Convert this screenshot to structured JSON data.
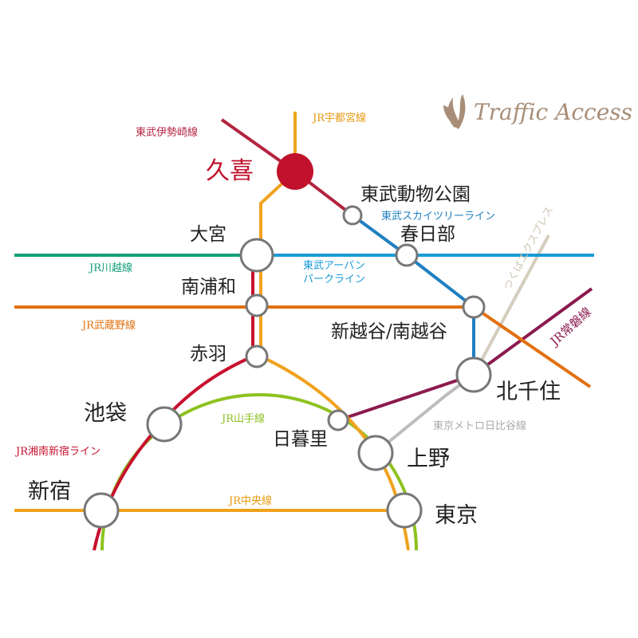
{
  "title": "Traffic Access",
  "colors": {
    "tobu_isesaki": "#b3243f",
    "skytree": "#1f7fc0",
    "utsunomiya": "#f0a21e",
    "shonan": "#c8102e",
    "yamanote": "#8dc21f",
    "kawagoe": "#14a07a",
    "urbanpark": "#1a9ad6",
    "musashino": "#e2700f",
    "tsukuba": "#d5cdbd",
    "hibiya": "#bdbdbd",
    "joban": "#8b1a4f",
    "chuo": "#f0a21e",
    "home": "#c0122c"
  },
  "stations": {
    "kuki": "久喜",
    "tobu_dobutsu": "東武動物公園",
    "omiya": "大宮",
    "kasukabe": "春日部",
    "minamiurawa": "南浦和",
    "shinkoshigaya": "新越谷/南越谷",
    "akabane": "赤羽",
    "kitasenju": "北千住",
    "ikebukuro": "池袋",
    "nippori": "日暮里",
    "ueno": "上野",
    "shinjuku": "新宿",
    "tokyo": "東京"
  },
  "lines": {
    "tobu_isesaki": "東武伊勢崎線",
    "utsunomiya": "JR宇都宮線",
    "skytree": "東武スカイツリーライン",
    "kawagoe": "JR川越線",
    "urbanpark_1": "東武アーバン",
    "urbanpark_2": "パークライン",
    "musashino": "JR武蔵野線",
    "tsukuba": "つくばエクスプレス",
    "joban": "JR常磐線",
    "yamanote": "JR山手線",
    "hibiya": "東京メトロ日比谷線",
    "shonan": "JR湘南新宿ライン",
    "chuo": "JR中央線"
  }
}
